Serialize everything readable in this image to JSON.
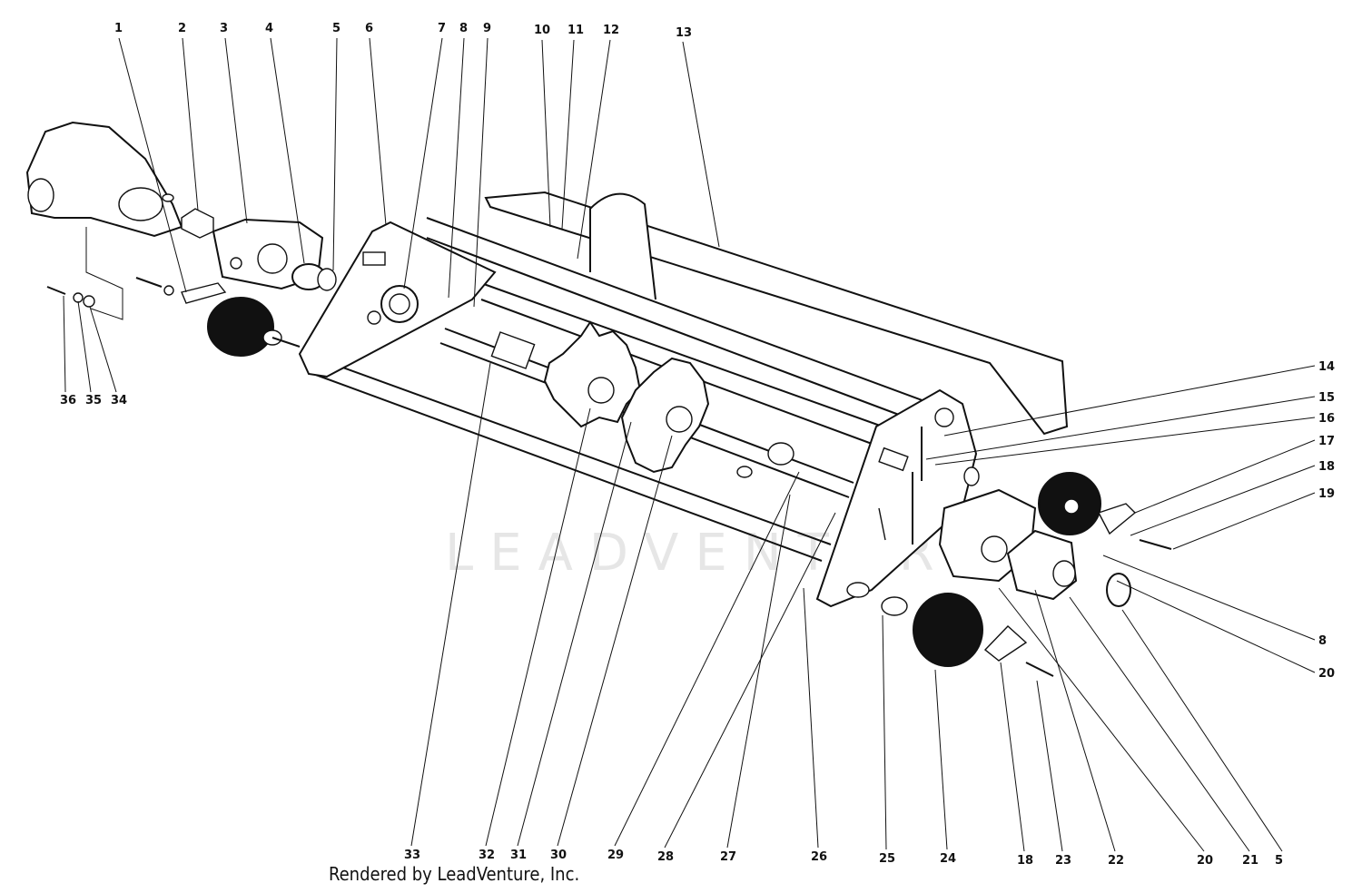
{
  "diagram": {
    "callouts_top": [
      "1",
      "2",
      "3",
      "4",
      "5",
      "6",
      "7",
      "8",
      "9",
      "10",
      "11",
      "12",
      "13"
    ],
    "callouts_right": [
      "14",
      "15",
      "16",
      "17",
      "18",
      "19",
      "8",
      "20"
    ],
    "callouts_left_bottom": [
      "36",
      "35",
      "34"
    ],
    "callouts_bottom": [
      "33",
      "32",
      "31",
      "30",
      "29",
      "28",
      "27",
      "26",
      "25",
      "24",
      "18",
      "23",
      "22",
      "20",
      "21",
      "5"
    ],
    "watermark": "LEADVENTURE"
  },
  "footer": {
    "credit": "Rendered by LeadVenture, Inc."
  }
}
